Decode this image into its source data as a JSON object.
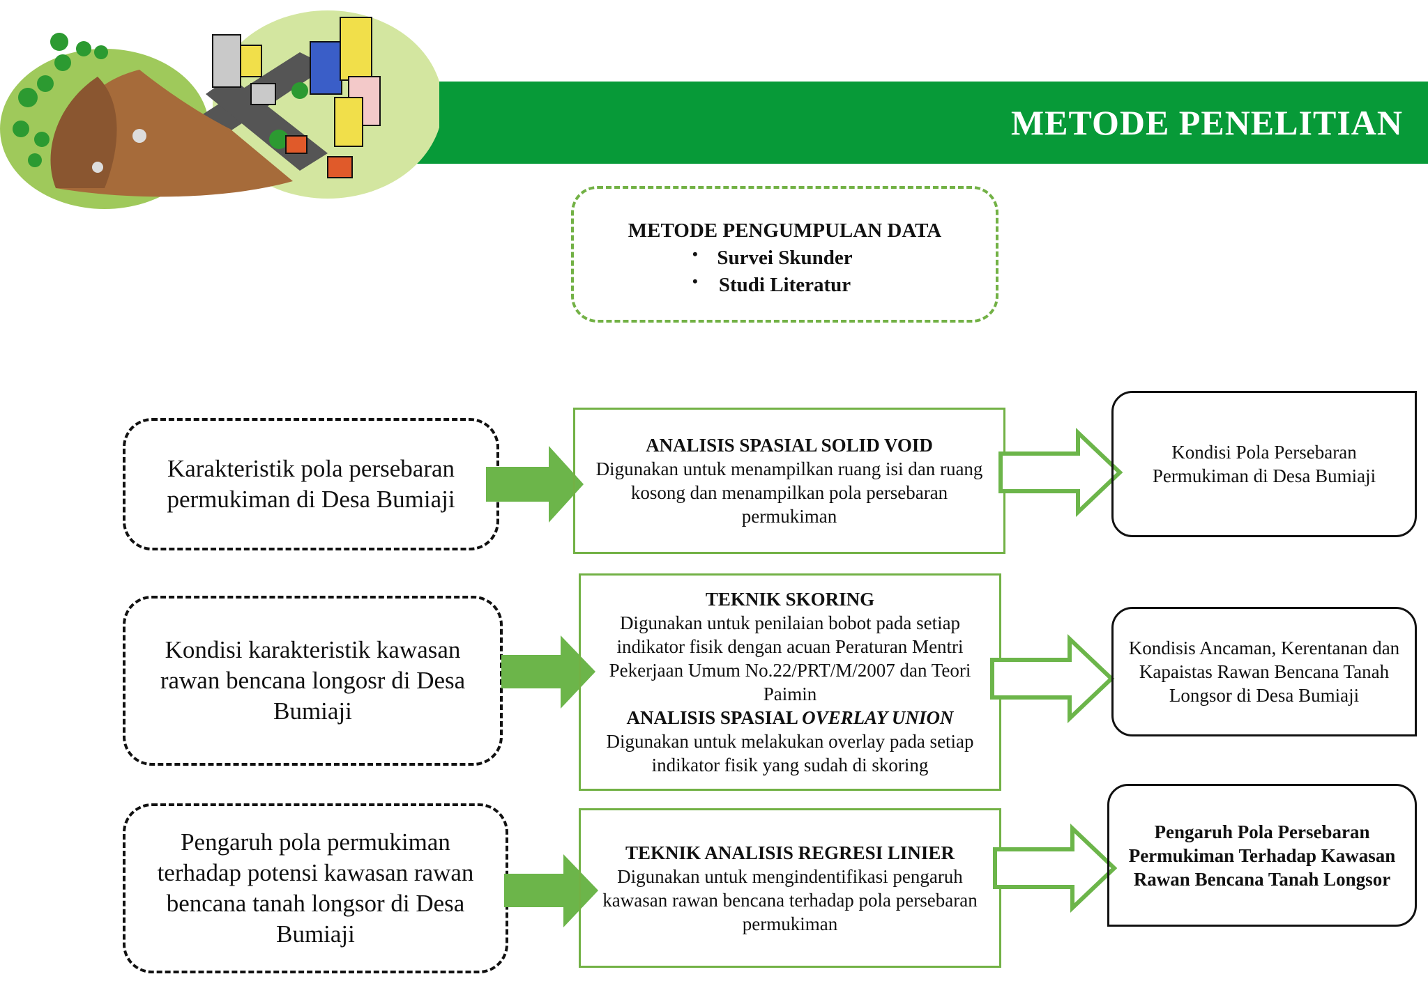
{
  "header": {
    "title": "METODE PENELITIAN"
  },
  "colors": {
    "brand_green": "#079a38",
    "light_green": "#72b145",
    "arrow_green": "#6cb54a"
  },
  "collection": {
    "title": "METODE PENGUMPULAN DATA",
    "items": [
      "Survei Skunder",
      "Studi Literatur"
    ]
  },
  "rows": [
    {
      "input": "Karakteristik pola persebaran permukiman di Desa Bumiaji",
      "method_title": "ANALISIS SPASIAL SOLID VOID",
      "method_desc": "Digunakan untuk menampilkan ruang isi dan ruang kosong dan menampilkan pola persebaran permukiman",
      "output": "Kondisi Pola Persebaran Permukiman di Desa Bumiaji"
    },
    {
      "input": "Kondisi karakteristik kawasan rawan bencana longosr di Desa Bumiaji",
      "method_title": "TEKNIK SKORING",
      "method_desc": "Digunakan untuk penilaian bobot pada setiap indikator fisik dengan acuan Peraturan Mentri Pekerjaan Umum No.22/PRT/M/2007 dan Teori Paimin",
      "method2_title_prefix": "ANALISIS SPASIAL ",
      "method2_title_emph": "OVERLAY UNION",
      "method2_desc": "Digunakan untuk melakukan overlay pada setiap indikator fisik yang sudah di skoring",
      "output": "Kondisis Ancaman, Kerentanan dan Kapaistas Rawan Bencana Tanah Longsor di Desa Bumiaji"
    },
    {
      "input": "Pengaruh pola permukiman terhadap potensi kawasan rawan bencana tanah longsor di Desa Bumiaji",
      "method_title": "TEKNIK ANALISIS REGRESI LINIER",
      "method_desc": "Digunakan untuk mengindentifikasi pengaruh kawasan rawan bencana terhadap pola persebaran permukiman",
      "output": "Pengaruh Pola Persebaran Permukiman Terhadap Kawasan Rawan Bencana Tanah Longsor"
    }
  ]
}
